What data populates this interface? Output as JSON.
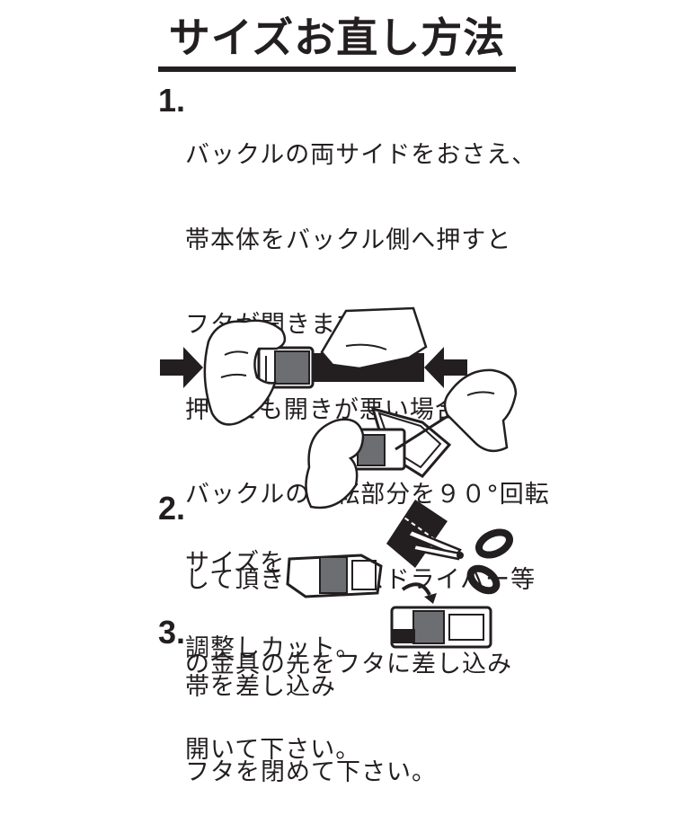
{
  "title": "サイズお直し方法",
  "steps": [
    {
      "number": "1.",
      "lines": [
        "バックルの両サイドをおさえ、",
        "帯本体をバックル側へ押すと",
        "フタが開きます。",
        "押しても開きが悪い場合は、",
        "バックルの回転部分を９０°回転",
        "して頂きマイナスドライバー等",
        "の金具の先をフタに差し込み",
        "開いて下さい。"
      ]
    },
    {
      "number": "2.",
      "lines": [
        "サイズを",
        "調整しカット。"
      ]
    },
    {
      "number": "3.",
      "lines": [
        "帯を差し込み",
        "フタを閉めて下さい。"
      ]
    }
  ],
  "colors": {
    "ink": "#231f20",
    "background": "#ffffff",
    "gray": "#6d6e71"
  },
  "illustrations": [
    "hand-press-buckle",
    "screwdriver-open-lid",
    "scissors-cut-belt",
    "insert-belt-close-lid"
  ]
}
